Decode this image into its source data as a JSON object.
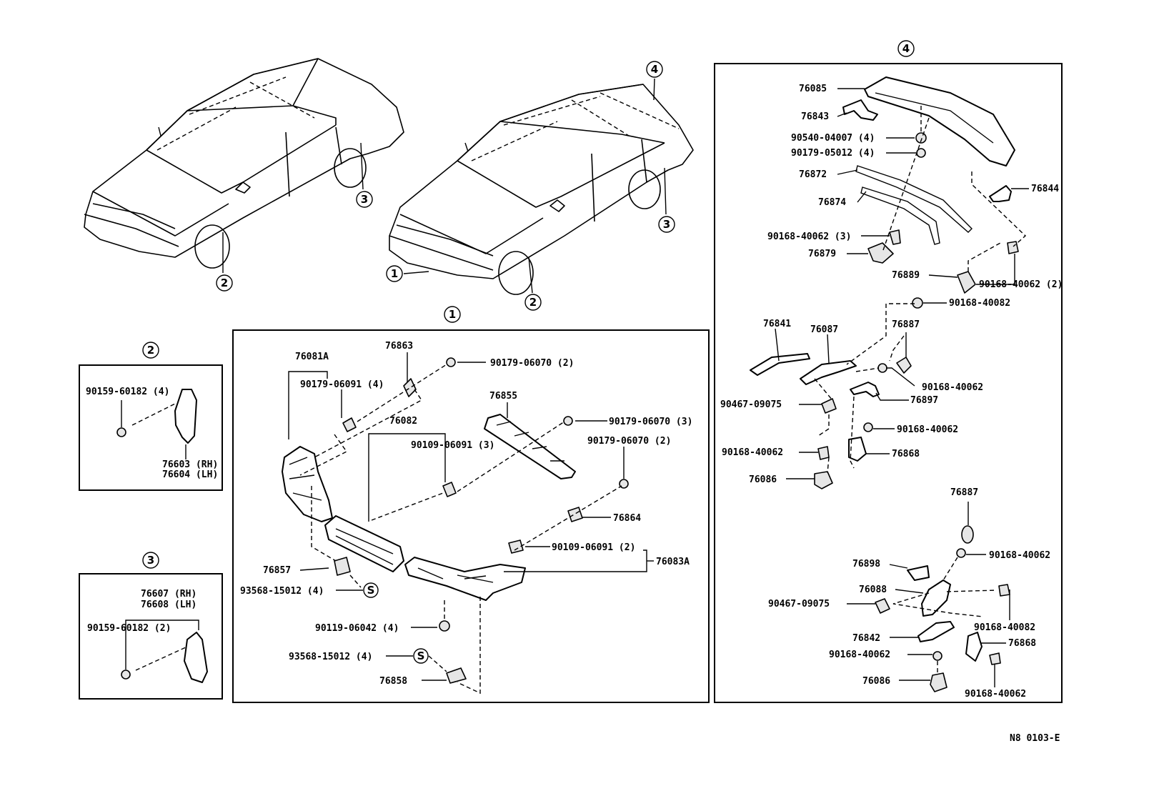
{
  "callouts": {
    "c1": "1",
    "c2": "2",
    "c3": "3",
    "c4": "4",
    "s": "S"
  },
  "footer": {
    "code": "N8 0103-E"
  },
  "box1": {
    "l76081a": "76081A",
    "l76863": "76863",
    "l90179_06070_2a": "90179-06070 (2)",
    "l90179_06091_4": "90179-06091 (4)",
    "l76855": "76855",
    "l90179_06070_3": "90179-06070 (3)",
    "l76082": "76082",
    "l90109_06091_3": "90109-06091 (3)",
    "l90179_06070_2b": "90179-06070 (2)",
    "l76864": "76864",
    "l90109_06091_2": "90109-06091 (2)",
    "l76083a": "76083A",
    "l76857": "76857",
    "l93568_15012_4a": "93568-15012 (4)",
    "l90119_06042_4": "90119-06042 (4)",
    "l93568_15012_4b": "93568-15012 (4)",
    "l76858": "76858"
  },
  "box2": {
    "l90159_60182_4": "90159-60182 (4)",
    "l76603": "76603 (RH)",
    "l76604": "76604 (LH)"
  },
  "box3": {
    "l76607": "76607 (RH)",
    "l76608": "76608 (LH)",
    "l90159_60182_2": "90159-60182 (2)"
  },
  "box4": {
    "l76085": "76085",
    "l76843": "76843",
    "l90540_04007": "90540-04007 (4)",
    "l90179_05012": "90179-05012 (4)",
    "l76872": "76872",
    "l76844": "76844",
    "l76874": "76874",
    "l90168_40062_3": "90168-40062 (3)",
    "l76879": "76879",
    "l76889": "76889",
    "l90168_40062_2": "90168-40062 (2)",
    "l90168_40082a": "90168-40082",
    "l76841": "76841",
    "l76087": "76087",
    "l76887a": "76887",
    "l90168_40062a": "90168-40062",
    "l90467_09075a": "90467-09075",
    "l76897": "76897",
    "l90168_40062b": "90168-40062",
    "l90168_40062c": "90168-40062",
    "l76868a": "76868",
    "l76086a": "76086",
    "l76887b": "76887",
    "l90168_40062d": "90168-40062",
    "l76898": "76898",
    "l76088": "76088",
    "l90467_09075b": "90467-09075",
    "l90168_40082b": "90168-40082",
    "l76842": "76842",
    "l76868b": "76868",
    "l90168_40062e": "90168-40062",
    "l76086b": "76086",
    "l90168_40062f": "90168-40062"
  }
}
